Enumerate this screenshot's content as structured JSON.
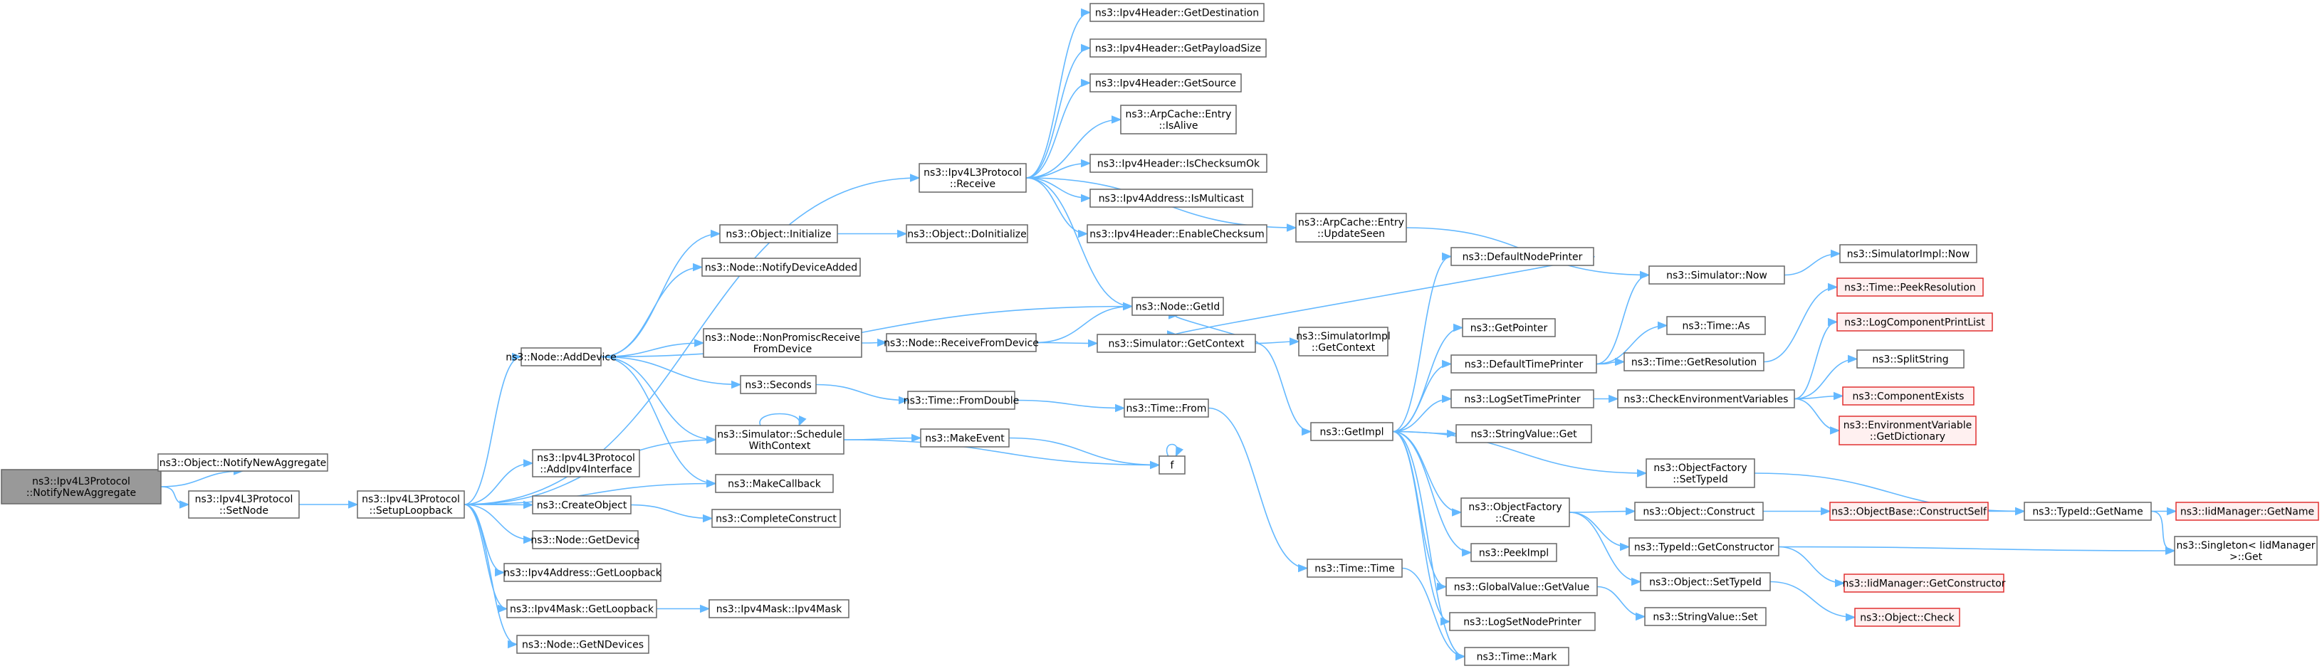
{
  "nodes": {
    "n0": [
      "ns3::Ipv4L3Protocol",
      "::NotifyNewAggregate"
    ],
    "n1": [
      "ns3::Object::NotifyNewAggregate"
    ],
    "n2": [
      "ns3::Ipv4L3Protocol",
      "::SetNode"
    ],
    "n3": [
      "ns3::Ipv4L3Protocol",
      "::SetupLoopback"
    ],
    "n4": [
      "ns3::Ipv4L3Protocol",
      "::Receive"
    ],
    "n5": [
      "ns3::Node::AddDevice"
    ],
    "n6": [
      "ns3::Simulator::Schedule",
      "WithContext"
    ],
    "n7": [
      "ns3::MakeCallback"
    ],
    "n8": [
      "ns3::Ipv4L3Protocol",
      "::AddIpv4Interface"
    ],
    "n9": [
      "ns3::CreateObject"
    ],
    "n10": [
      "ns3::Node::GetDevice"
    ],
    "n11": [
      "ns3::Ipv4Address::GetLoopback"
    ],
    "n12": [
      "ns3::Ipv4Mask::GetLoopback"
    ],
    "n13": [
      "ns3::Node::GetNDevices"
    ],
    "n14": [
      "ns3::Ipv4Header::GetDestination"
    ],
    "n15": [
      "ns3::Ipv4Header::GetPayloadSize"
    ],
    "n16": [
      "ns3::Ipv4Header::GetSource"
    ],
    "n17": [
      "ns3::ArpCache::Entry",
      "::IsAlive"
    ],
    "n18": [
      "ns3::Ipv4Header::IsChecksumOk"
    ],
    "n19": [
      "ns3::Ipv4Address::IsMulticast"
    ],
    "n20": [
      "ns3::Ipv4Header::EnableChecksum"
    ],
    "n21": [
      "ns3::Object::Initialize"
    ],
    "n22": [
      "ns3::Object::DoInitialize"
    ],
    "n23": [
      "ns3::Node::NotifyDeviceAdded"
    ],
    "n24": [
      "ns3::Node::NonPromiscReceive",
      "FromDevice"
    ],
    "n25": [
      "ns3::Node::ReceiveFromDevice"
    ],
    "n26": [
      "ns3::Seconds"
    ],
    "n27": [
      "ns3::Time::FromDouble"
    ],
    "n28": [
      "ns3::MakeEvent"
    ],
    "n29": [
      "f"
    ],
    "n30": [
      "ns3::CompleteConstruct"
    ],
    "n31": [
      "ns3::Ipv4Mask::Ipv4Mask"
    ],
    "n32": [
      "ns3::ArpCache::Entry",
      "::UpdateSeen"
    ],
    "n33": [
      "ns3::Node::GetId"
    ],
    "n34": [
      "ns3::Simulator::GetContext"
    ],
    "n35": [
      "ns3::Time::From"
    ],
    "n36": [
      "ns3::SimulatorImpl",
      "::GetContext"
    ],
    "n37": [
      "ns3::GetImpl"
    ],
    "n38": [
      "ns3::Time::Time"
    ],
    "n39": [
      "ns3::DefaultNodePrinter"
    ],
    "n40": [
      "ns3::GetPointer"
    ],
    "n41": [
      "ns3::DefaultTimePrinter"
    ],
    "n42": [
      "ns3::LogSetTimePrinter"
    ],
    "n43": [
      "ns3::StringValue::Get"
    ],
    "n44": [
      "ns3::ObjectFactory",
      "::Create"
    ],
    "n45": [
      "ns3::PeekImpl"
    ],
    "n46": [
      "ns3::GlobalValue::GetValue"
    ],
    "n47": [
      "ns3::LogSetNodePrinter"
    ],
    "n48": [
      "ns3::Time::Mark"
    ],
    "n49": [
      "ns3::Simulator::Now"
    ],
    "n50": [
      "ns3::Time::As"
    ],
    "n51": [
      "ns3::Time::GetResolution"
    ],
    "n52": [
      "ns3::CheckEnvironmentVariables"
    ],
    "n53": [
      "ns3::ObjectFactory",
      "::SetTypeId"
    ],
    "n54": [
      "ns3::Object::Construct"
    ],
    "n55": [
      "ns3::TypeId::GetConstructor"
    ],
    "n56": [
      "ns3::Object::SetTypeId"
    ],
    "n57": [
      "ns3::StringValue::Set"
    ],
    "n58": [
      "ns3::SimulatorImpl::Now"
    ],
    "n59": [
      "ns3::Time::PeekResolution"
    ],
    "n60": [
      "ns3::LogComponentPrintList"
    ],
    "n61": [
      "ns3::SplitString"
    ],
    "n62": [
      "ns3::ComponentExists"
    ],
    "n63": [
      "ns3::EnvironmentVariable",
      "::GetDictionary"
    ],
    "n64": [
      "ns3::ObjectBase::ConstructSelf"
    ],
    "n65": [
      "ns3::IidManager::GetConstructor"
    ],
    "n66": [
      "ns3::Object::Check"
    ],
    "n67": [
      "ns3::TypeId::GetName"
    ],
    "n68": [
      "ns3::IidManager::GetName"
    ],
    "n69": [
      "ns3::Singleton< IidManager",
      " >::Get"
    ]
  },
  "colors": {
    "edge": "#63b8ff",
    "box_border": "#666666",
    "root_fill": "#999999",
    "error_border": "#e03030",
    "error_fill": "#fff0f0"
  }
}
